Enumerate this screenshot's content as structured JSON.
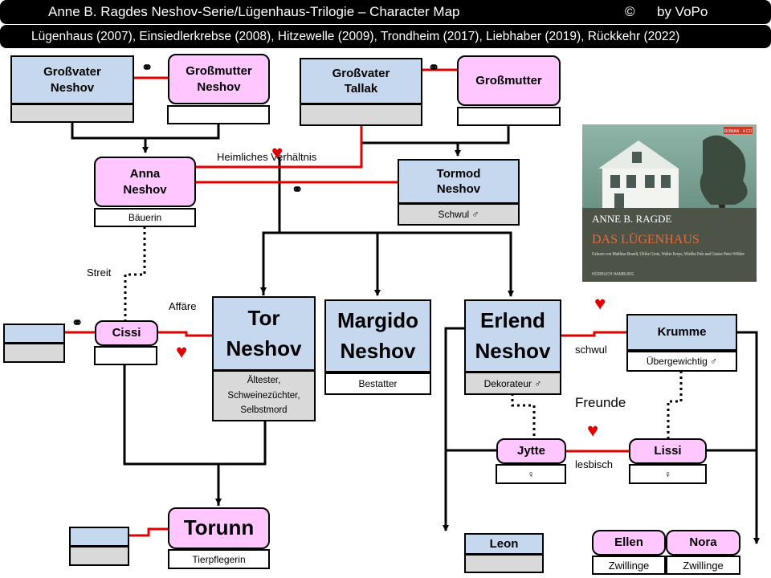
{
  "header": {
    "title": "Anne B. Ragdes  Neshov-Serie/Lügenhaus-Trilogie – Character Map",
    "copyright": "©",
    "author": "by VoPo",
    "books": "Lügenhaus (2007), Einsiedlerkrebse (2008), Hitzewelle (2009), Trondheim (2017), Liebhaber (2019), Rückkehr (2022)"
  },
  "characters": {
    "grossvater_neshov": {
      "name": "Großvater Neshov",
      "note": ""
    },
    "grossmutter_neshov": {
      "name": "Großmutter Neshov",
      "note": ""
    },
    "grossvater_tallak": {
      "name": "Großvater Tallak",
      "note": ""
    },
    "grossmutter": {
      "name": "Großmutter",
      "note": ""
    },
    "anna": {
      "name": "Anna Neshov",
      "note": "Bäuerin"
    },
    "tormod": {
      "name": "Tormod Neshov",
      "note": "Schwul ♂"
    },
    "cissi": {
      "name": "Cissi",
      "note": ""
    },
    "tor": {
      "name": "Tor Neshov",
      "note": "Ältester, Schweinezüchter, Selbstmord"
    },
    "margido": {
      "name": "Margido Neshov",
      "note": "Bestatter"
    },
    "erlend": {
      "name": "Erlend Neshov",
      "note": "Dekorateur ♂"
    },
    "krumme": {
      "name": "Krumme",
      "note": "Übergewichtig ♂"
    },
    "jytte": {
      "name": "Jytte",
      "note": "♀"
    },
    "lissi": {
      "name": "Lissi",
      "note": "♀"
    },
    "torunn": {
      "name": "Torunn",
      "note": "Tierpflegerin"
    },
    "leon": {
      "name": "Leon",
      "note": ""
    },
    "ellen": {
      "name": "Ellen",
      "note": "Zwillinge"
    },
    "nora": {
      "name": "Nora",
      "note": "Zwillinge"
    }
  },
  "relations": {
    "heimlich": "Heimliches Verhältnis",
    "streit": "Streit",
    "affaere": "Affäre",
    "schwul": "schwul",
    "freunde": "Freunde",
    "lesbisch": "lesbisch"
  },
  "symbols": {
    "marriage": "⚭",
    "love": "♥"
  },
  "cover": {
    "author": "ANNE B. RAGDE",
    "title": "DAS LÜGENHAUS",
    "badge": "ROMAN · 4 CD",
    "readers": "Gelesen von Matthias Brandt, Ulrike Grote, Walter Kreye, Wiebke Puls und Gustav Peter Wöhler",
    "publisher": "HÖRBUCH HAMBURG"
  },
  "colors": {
    "blue": "#c6d8ee",
    "pink": "#ffc6ff",
    "gray": "#d9d9d9",
    "red": "#e00000"
  }
}
